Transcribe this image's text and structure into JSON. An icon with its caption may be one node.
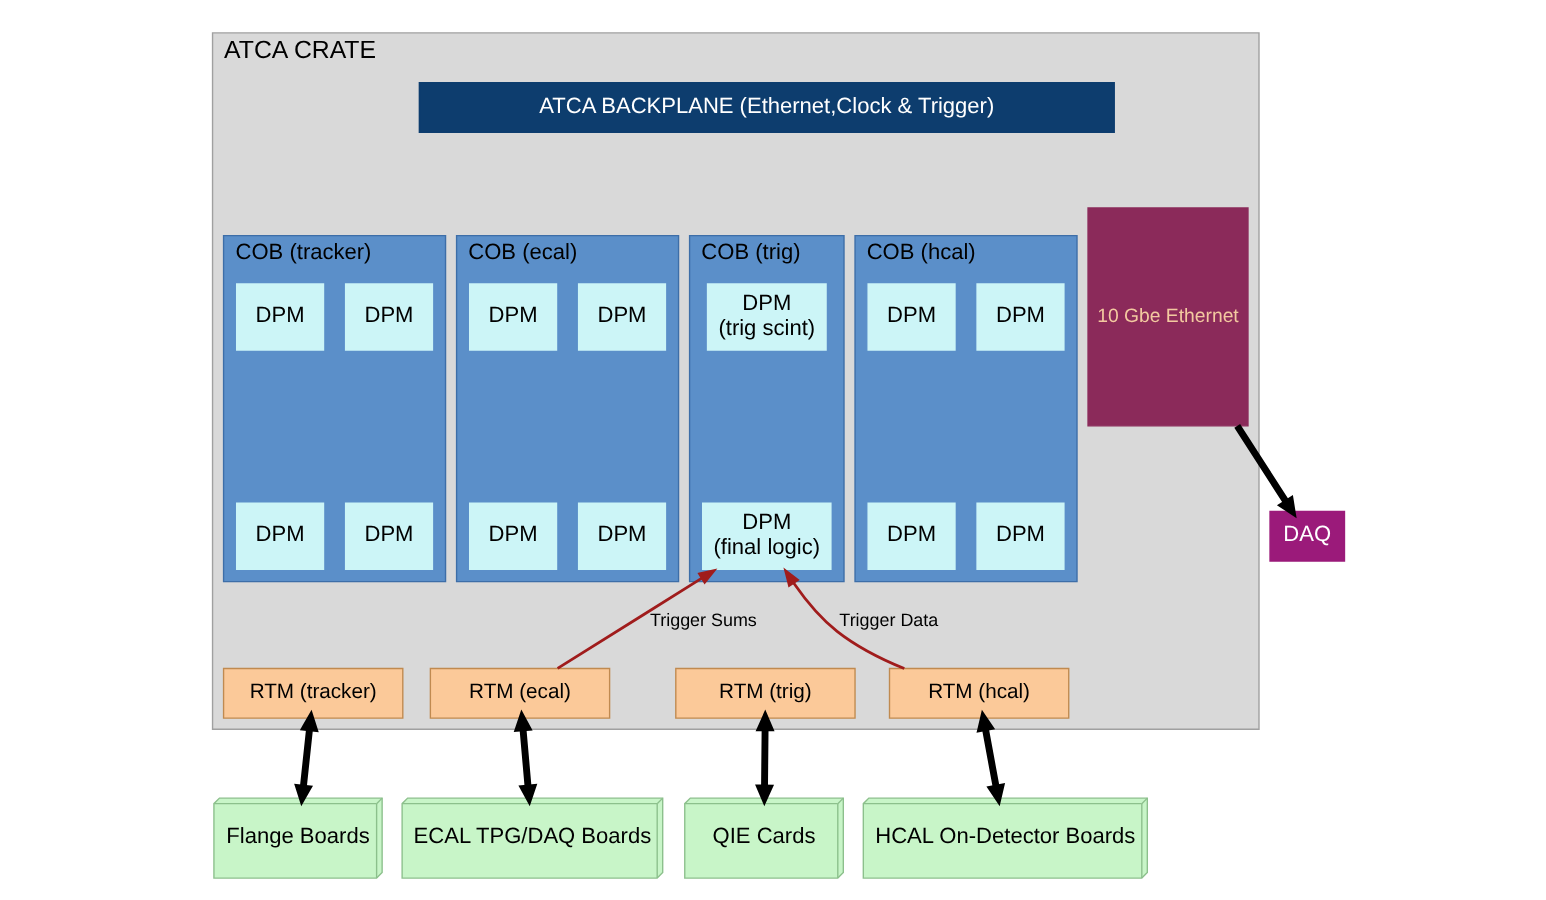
{
  "diagram": {
    "nodes": [
      {
        "text": [
          "ATCA CRATE"
        ]
      },
      {
        "text": [
          "ATCA BACKPLANE (Ethernet,Clock & Trigger)"
        ],
        "in": 0
      },
      {
        "text": [
          "COB (tracker)"
        ],
        "in": 0
      },
      {
        "text": [
          "DPM"
        ],
        "in": 2
      },
      {
        "text": [
          "DPM"
        ],
        "in": 2
      },
      {
        "text": [
          "DPM"
        ],
        "in": 2
      },
      {
        "text": [
          "DPM"
        ],
        "in": 2
      },
      {
        "text": [
          "RTM (tracker)"
        ],
        "in": 0
      },
      {
        "text": [
          "COB (ecal)"
        ],
        "in": 0
      },
      {
        "text": [
          "DPM"
        ],
        "in": 8
      },
      {
        "text": [
          "DPM"
        ],
        "in": 8
      },
      {
        "text": [
          "DPM"
        ],
        "in": 8
      },
      {
        "text": [
          "DPM"
        ],
        "in": 8
      },
      {
        "text": [
          "RTM (ecal)"
        ],
        "in": 0
      },
      {
        "text": [
          "COB (trig)"
        ],
        "in": 0
      },
      {
        "text": [
          "DPM",
          "(trig scint)"
        ],
        "in": 14
      },
      {
        "text": [
          "DPM",
          "(final logic)"
        ],
        "in": 14
      },
      {
        "text": [
          "RTM (trig)"
        ],
        "in": 0
      },
      {
        "text": [
          "COB (hcal)"
        ],
        "in": 0
      },
      {
        "text": [
          "DPM"
        ],
        "in": 18
      },
      {
        "text": [
          "DPM"
        ],
        "in": 18
      },
      {
        "text": [
          "DPM"
        ],
        "in": 18
      },
      {
        "text": [
          "DPM"
        ],
        "in": 18
      },
      {
        "text": [
          "RTM (hcal)"
        ],
        "in": 0
      },
      {
        "text": [
          "10 Gbe Ethernet"
        ],
        "in": 0
      },
      {
        "text": [
          "Flange Boards"
        ]
      },
      {
        "text": [
          "ECAL TPG/DAQ Boards"
        ]
      },
      {
        "text": [
          "QIE Cards"
        ]
      },
      {
        "text": [
          "HCAL On-Detector Boards"
        ]
      },
      {
        "text": [
          "DAQ"
        ]
      }
    ],
    "edges": [
      {
        "from": 7,
        "to": 25,
        "arrow": "both"
      },
      {
        "from": 13,
        "to": 26,
        "arrow": "both"
      },
      {
        "from": 13,
        "to": 16,
        "arrow": "to",
        "label": "Trigger Sums",
        "color": "#a01c1c"
      },
      {
        "from": 17,
        "to": 27,
        "arrow": "both"
      },
      {
        "from": 23,
        "to": 16,
        "arrow": "to",
        "label": "Trigger Data",
        "color": "#a01c1c"
      },
      {
        "from": 23,
        "to": 28,
        "arrow": "both"
      },
      {
        "from": 24,
        "to": 29,
        "arrow": "to"
      }
    ]
  }
}
